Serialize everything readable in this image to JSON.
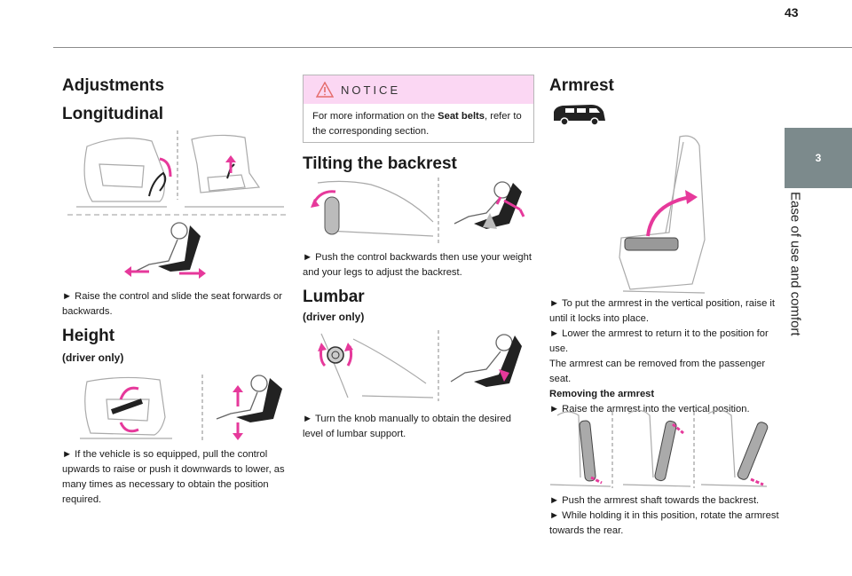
{
  "page": {
    "number": "43"
  },
  "side_tab": {
    "chapter": "3",
    "label": "Ease of use and comfort"
  },
  "left": {
    "adjustments_title": "Adjustments",
    "longitudinal_title": "Longitudinal",
    "longitudinal_text": "► Raise the control and slide the seat forwards or backwards.",
    "height_title": "Height",
    "height_sub": "(driver only)",
    "height_text": "► If the vehicle is so equipped, pull the control upwards to raise or push it downwards to lower, as many times as necessary to obtain the position required."
  },
  "middle": {
    "notice_title": "NOTICE",
    "notice_pre": "For more information on the ",
    "notice_bold": "Seat belts",
    "notice_post": ", refer to the corresponding section.",
    "tilting_title": "Tilting the backrest",
    "tilting_text": "► Push the control backwards then use your weight and your legs to adjust the backrest.",
    "lumbar_title": "Lumbar",
    "lumbar_sub": "(driver only)",
    "lumbar_text": "► Turn the knob manually to obtain the desired level of lumbar support."
  },
  "right": {
    "armrest_title": "Armrest",
    "armrest_lines": [
      "► To put the armrest in the vertical position, raise it until it locks into place.",
      "► Lower the armrest to return it to the position for use.",
      "The armrest can be removed from the passenger seat."
    ],
    "removing_title": "Removing the armrest",
    "removing_line": "► Raise the armrest into the vertical position.",
    "final_lines": [
      "► Push the armrest shaft towards the backrest.",
      "► While holding it in this position, rotate the armrest towards the rear."
    ]
  },
  "colors": {
    "accent_magenta": "#e6399b",
    "notice_bg": "#fbd7f3",
    "tab_gray": "#7c8a8c"
  }
}
